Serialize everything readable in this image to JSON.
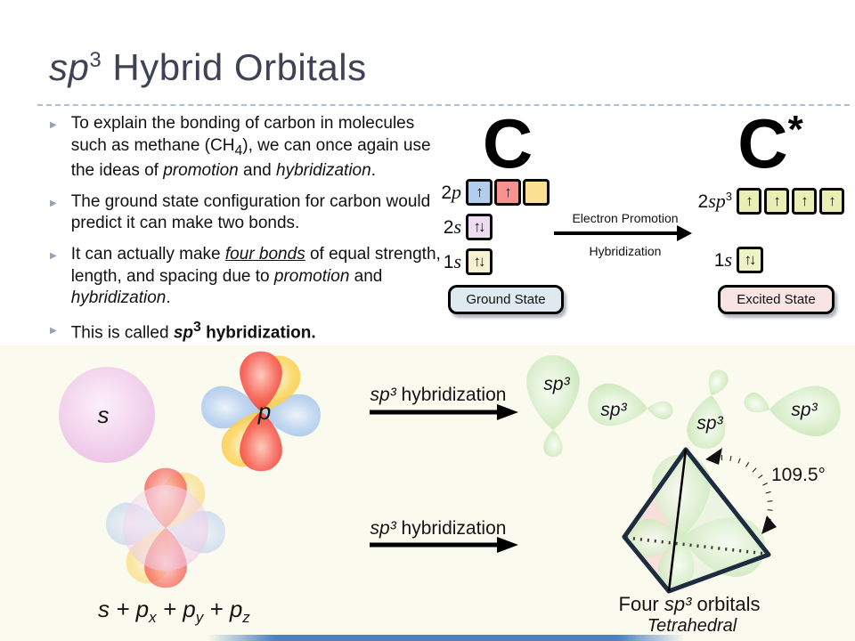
{
  "slide": {
    "background_top": "#ffffff",
    "background_bottom": "#fafaef",
    "accent_bar_color": "#4f81bd"
  },
  "title": {
    "italic_part": "sp",
    "superscript": "3",
    "rest": " Hybrid Orbitals",
    "color": "#3e4254"
  },
  "bullet_marker": "▶",
  "bullets": [
    [
      {
        "t": "To explain the bonding of carbon in molecules such as methane (CH"
      },
      {
        "t": "4",
        "sub": 1
      },
      {
        "t": "), we can once again use the ideas of "
      },
      {
        "t": "promotion",
        "i": 1
      },
      {
        "t": " and "
      },
      {
        "t": "hybridization",
        "i": 1
      },
      {
        "t": "."
      }
    ],
    [
      {
        "t": "The ground state configuration for carbon would predict it can make two bonds."
      }
    ],
    [
      {
        "t": "It can actually make "
      },
      {
        "t": "four bonds",
        "i": 1,
        "u": 1
      },
      {
        "t": " of equal strength, length, and spacing due to "
      },
      {
        "t": "promotion",
        "i": 1
      },
      {
        "t": " and "
      },
      {
        "t": "hybridization",
        "i": 1
      },
      {
        "t": "."
      }
    ],
    [
      {
        "t": "This is called "
      },
      {
        "t": "sp",
        "b": 1,
        "i": 1
      },
      {
        "t": "3",
        "b": 1,
        "sup": 1
      },
      {
        "t": " hybridization.",
        "b": 1
      }
    ]
  ],
  "diagram": {
    "ground": {
      "symbol": "C",
      "rows": [
        {
          "num": "2",
          "orb": "p",
          "boxes": [
            {
              "fill": "#b3cdee",
              "electrons": "↑"
            },
            {
              "fill": "#f9928e",
              "electrons": "↑"
            },
            {
              "fill": "#fbdf92",
              "electrons": ""
            }
          ]
        },
        {
          "num": "2",
          "orb": "s",
          "boxes": [
            {
              "fill": "#eedcf0",
              "electrons": "↑↓"
            }
          ]
        },
        {
          "num": "1",
          "orb": "s",
          "boxes": [
            {
              "fill": "#f7f3d2",
              "electrons": "↑↓"
            }
          ]
        }
      ],
      "state_label": "Ground State",
      "state_fill": "#dfeaf0"
    },
    "promotion": {
      "line1": "Electron Promotion",
      "line2": "Hybridization"
    },
    "excited": {
      "symbol": "C",
      "star": "*",
      "rows": [
        {
          "num": "2",
          "orb": "sp",
          "sup": "3",
          "boxes": [
            {
              "fill": "#e9eeb6",
              "electrons": "↑"
            },
            {
              "fill": "#e9eeb6",
              "electrons": "↑"
            },
            {
              "fill": "#e9eeb6",
              "electrons": "↑"
            },
            {
              "fill": "#e9eeb6",
              "electrons": "↑"
            }
          ]
        },
        {
          "num": "1",
          "orb": "s",
          "boxes": [
            {
              "fill": "#eef2c8",
              "electrons": "↑↓"
            }
          ]
        }
      ],
      "state_label": "Excited State",
      "state_fill": "#f8e4e2"
    }
  },
  "bottom": {
    "s_label": "s",
    "p_label": "p",
    "formula": {
      "t1": "s + p",
      "s1": "x",
      "t2": " + p",
      "s2": "y",
      "t3": " + p",
      "s3": "z"
    },
    "arrow_label_italic": "sp³",
    "arrow_label_rest": " hybridization",
    "sp3_labels": [
      "sp³",
      "sp³",
      "sp³",
      "sp³"
    ],
    "angle_label": "109.5°",
    "four_caption": {
      "pre": "Four ",
      "italic": "sp³",
      "post": " orbitals"
    },
    "shape_caption": "Tetrahedral",
    "colors": {
      "s_orbital_pink": "#efc9e9",
      "p_red": "#f0342c",
      "p_blue": "#9fc0e8",
      "p_yellow": "#f8c93e",
      "sp3_green": "#c4e5b0",
      "tetra_edge": "#1d2c3e"
    }
  }
}
